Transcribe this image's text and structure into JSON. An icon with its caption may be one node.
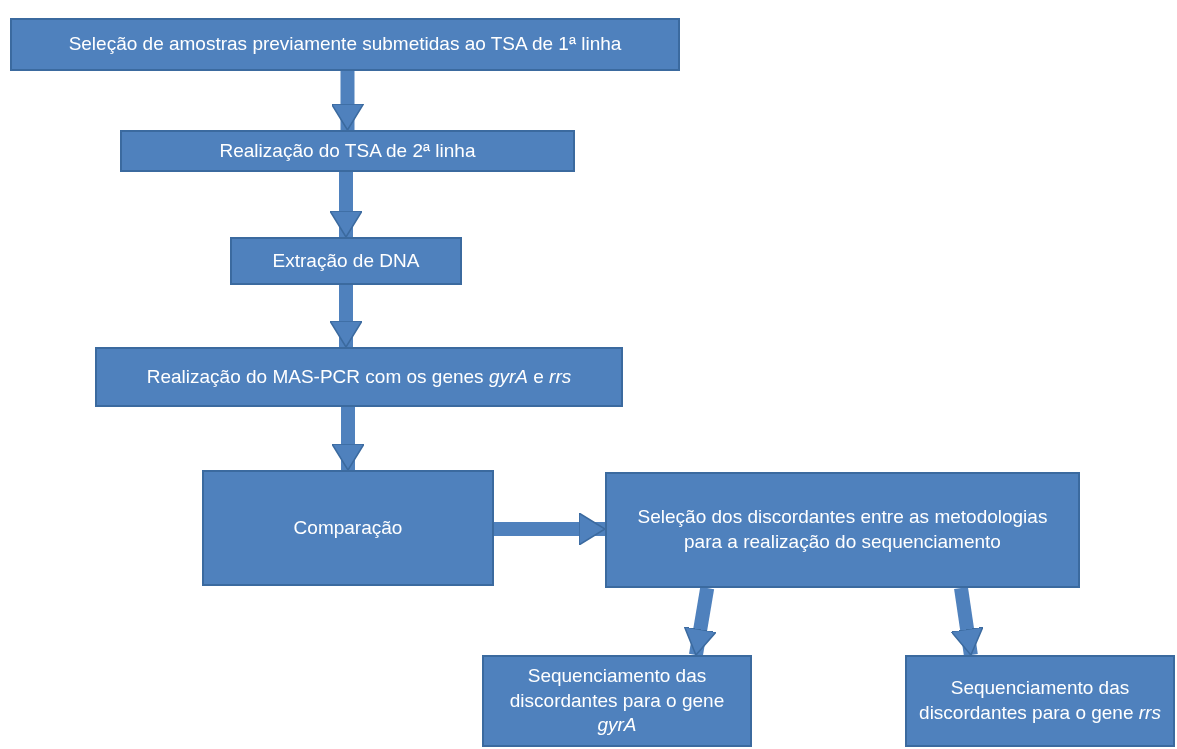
{
  "diagram": {
    "nodes": [
      {
        "text": [
          "Seleção de amostras previamente submetidas ao TSA de 1ª linha"
        ]
      },
      {
        "text": [
          "Realização do TSA de 2ª linha"
        ]
      },
      {
        "text": [
          "Extração de DNA"
        ]
      },
      {
        "text": [
          "Realização do MAS-PCR com os genes *gyrA* e *rrs*"
        ]
      },
      {
        "text": [
          "Comparação"
        ]
      },
      {
        "text": [
          "Seleção dos discordantes entre as metodologias para a realização do sequenciamento"
        ]
      },
      {
        "text": [
          "Sequenciamento das discordantes para o gene *gyrA*"
        ]
      },
      {
        "text": [
          "Sequenciamento das discordantes para o gene *rrs*"
        ]
      }
    ],
    "edges": [
      {
        "from": 0,
        "to": 1,
        "arrow": "to"
      },
      {
        "from": 1,
        "to": 2,
        "arrow": "to"
      },
      {
        "from": 2,
        "to": 3,
        "arrow": "to"
      },
      {
        "from": 3,
        "to": 4,
        "arrow": "to"
      },
      {
        "from": 4,
        "to": 5,
        "arrow": "to"
      },
      {
        "from": 5,
        "to": 6,
        "arrow": "to"
      },
      {
        "from": 5,
        "to": 7,
        "arrow": "to"
      }
    ]
  }
}
